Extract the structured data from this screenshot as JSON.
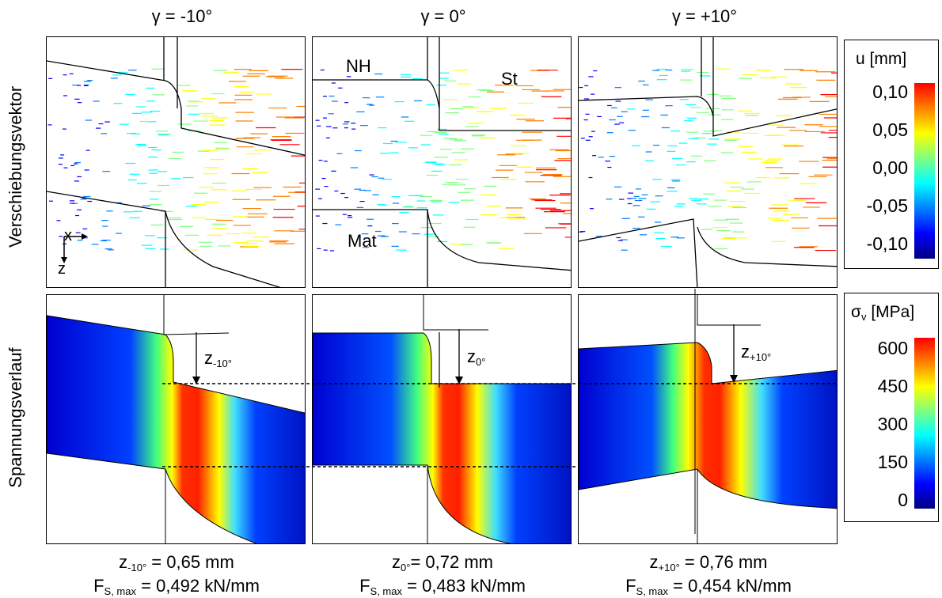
{
  "columns": [
    {
      "title": "γ = -10°",
      "z_sub": "-10°",
      "z_line": "= 0,65 mm",
      "f_main": "F",
      "f_sub": "S, max",
      "f_line": "= 0,492 kN/mm"
    },
    {
      "title": "γ = 0°",
      "z_sub": "0°",
      "z_line": "= 0,72 mm",
      "f_main": "F",
      "f_sub": "S, max",
      "f_line": "= 0,483 kN/mm"
    },
    {
      "title": "γ = +10°",
      "z_sub": "+10°",
      "z_line": "= 0,76 mm",
      "f_main": "F",
      "f_sub": "S, max",
      "f_line": "= 0,454 kN/mm"
    }
  ],
  "rows": {
    "top": "Verschiebungsvektor",
    "bottom": "Spannungsverlauf"
  },
  "part_labels": {
    "nh": "NH",
    "st": "St",
    "mat": "Mat"
  },
  "axes_glyph": {
    "x": "x",
    "z": "z"
  },
  "z_symbol": "z",
  "legend_u": {
    "title": "u [mm]",
    "ticks": [
      "0,10",
      "0,05",
      "0,00",
      "-0,05",
      "-0,10"
    ]
  },
  "legend_s": {
    "title_main": "σ",
    "title_sub": "v",
    "title_unit": "[MPa]",
    "ticks": [
      "600",
      "450",
      "300",
      "150",
      "0"
    ]
  },
  "colors": {
    "jet": [
      "#00007f",
      "#0000ff",
      "#007fff",
      "#00ffff",
      "#7fff7f",
      "#ffff00",
      "#ff7f00",
      "#ff0000",
      "#7f0000"
    ]
  }
}
